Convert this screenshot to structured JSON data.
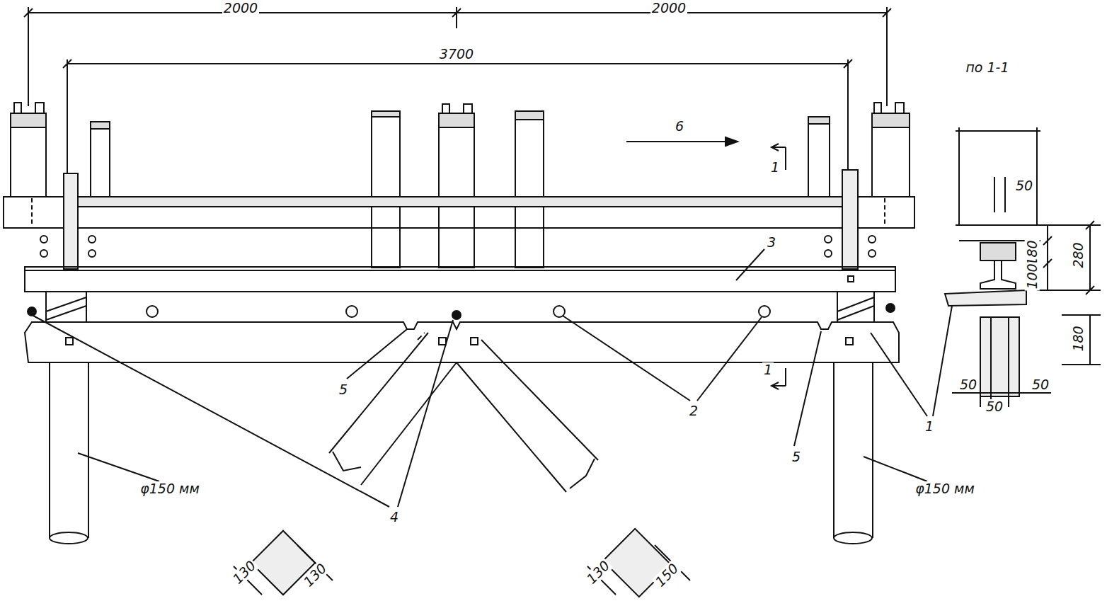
{
  "diagram": {
    "labels": [
      "2000",
      "2000",
      "3700",
      "по 1-1",
      "6",
      "1",
      "50",
      "180",
      "280",
      "100",
      "3",
      "180",
      "50",
      "50",
      "50",
      "5",
      "1",
      "2",
      "1",
      "5",
      "4",
      "φ150 мм",
      "φ150 мм",
      "130",
      "130",
      "130",
      "150"
    ]
  }
}
